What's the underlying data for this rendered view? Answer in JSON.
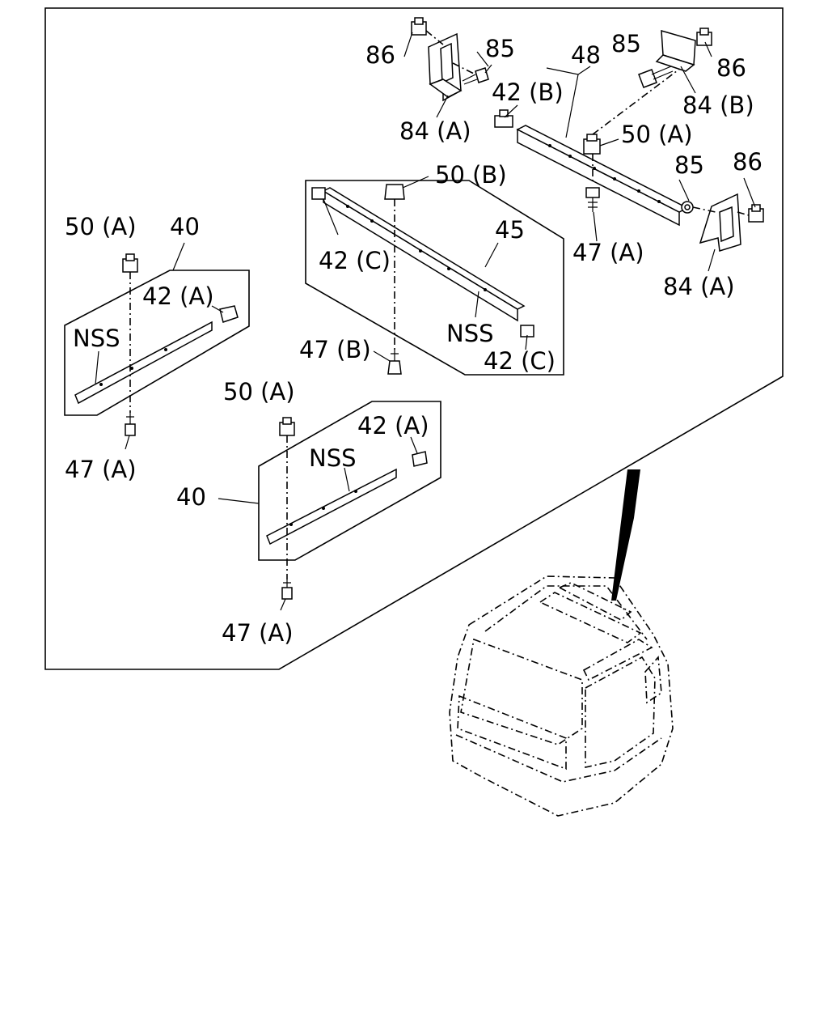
{
  "labels": {
    "c86a": "86",
    "c85a": "85",
    "c84a1": "84 (A)",
    "c48": "48",
    "c85b": "85",
    "c86b": "86",
    "c42b": "42 (B)",
    "c84b": "84 (B)",
    "c50a1": "50 (A)",
    "c85c": "85",
    "c86c": "86",
    "c47a1": "47 (A)",
    "c84a2": "84 (A)",
    "c50b": "50 (B)",
    "c45": "45",
    "c42c1": "42 (C)",
    "c42c2": "42 (C)",
    "nss1": "NSS",
    "c47b": "47 (B)",
    "c50a2": "50 (A)",
    "c40a": "40",
    "c42a1": "42 (A)",
    "nss2": "NSS",
    "c47a2": "47 (A)",
    "c50a3": "50 (A)",
    "c42a2": "42 (A)",
    "nss3": "NSS",
    "c40b": "40",
    "c47a3": "47 (A)"
  }
}
